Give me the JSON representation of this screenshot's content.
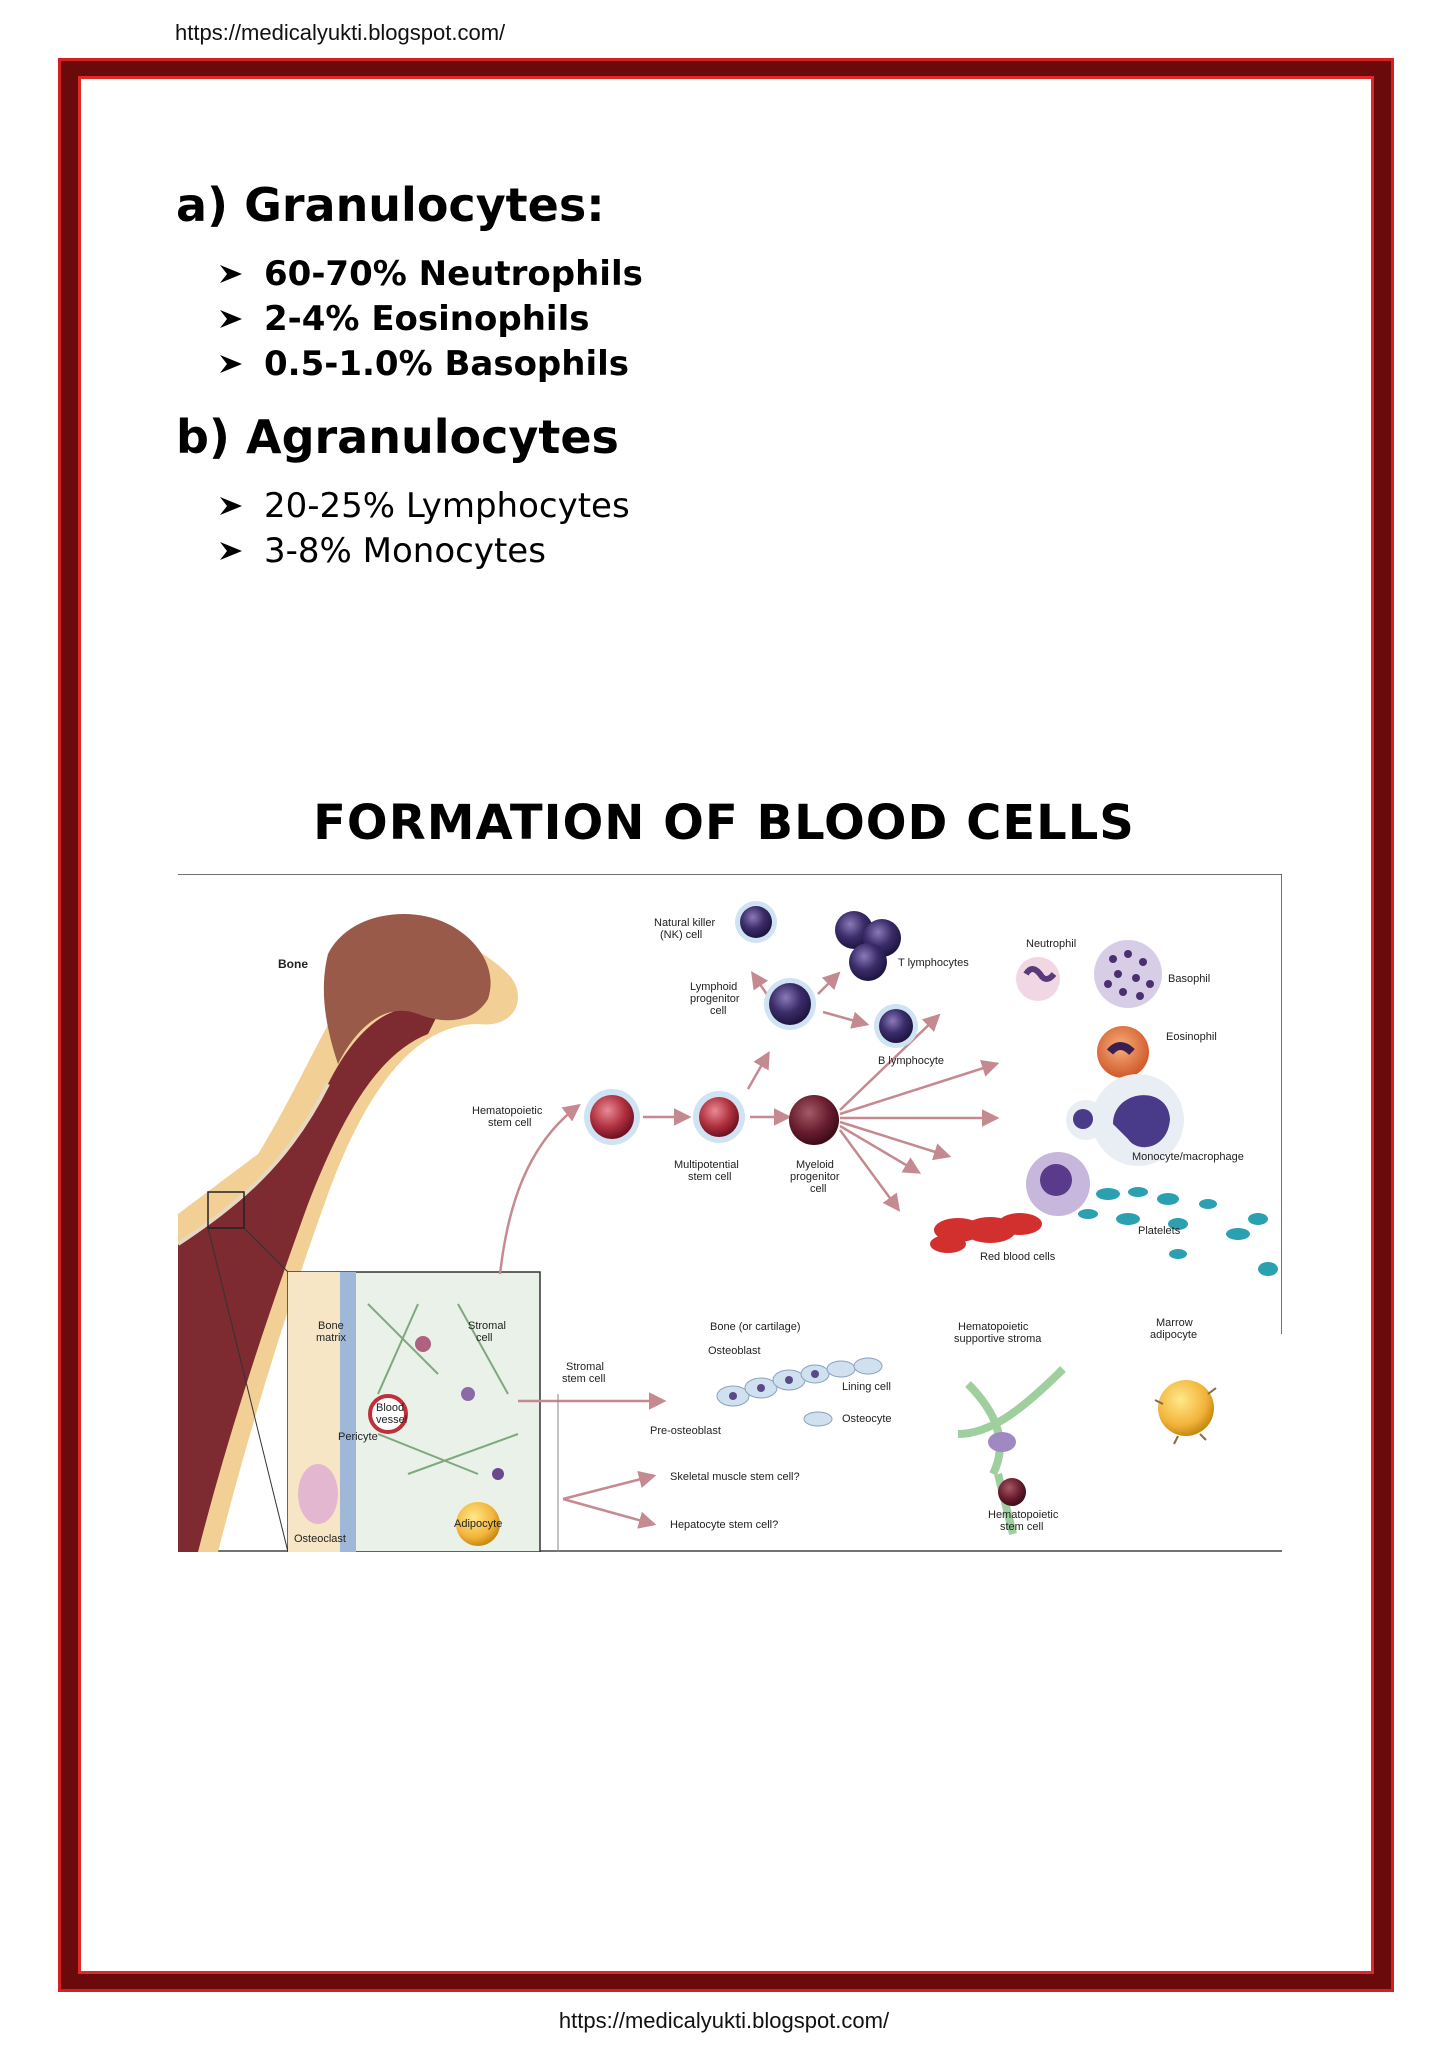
{
  "header_url": "https://medicalyukti.blogspot.com/",
  "footer_url": "https://medicalyukti.blogspot.com/",
  "granulocytes": {
    "heading": "a) Granulocytes:",
    "items": [
      "60-70% Neutrophils",
      "2-4% Eosinophils",
      "0.5-1.0% Basophils"
    ]
  },
  "agranulocytes": {
    "heading": "b) Agranulocytes",
    "items": [
      "20-25% Lymphocytes",
      "3-8% Monocytes"
    ]
  },
  "section_title": "FORMATION OF BLOOD CELLS",
  "figure_labels": {
    "bone": "Bone",
    "natural_killer_1": "Natural killer",
    "natural_killer_2": "(NK) cell",
    "t_lymphocytes": "T lymphocytes",
    "lymphoid_1": "Lymphoid",
    "lymphoid_2": "progenitor",
    "lymphoid_3": "cell",
    "b_lymphocyte": "B lymphocyte",
    "neutrophil": "Neutrophil",
    "basophil": "Basophil",
    "eosinophil": "Eosinophil",
    "hsc_1": "Hematopoietic",
    "hsc_2": "stem cell",
    "multipotential_1": "Multipotential",
    "multipotential_2": "stem cell",
    "myeloid_1": "Myeloid",
    "myeloid_2": "progenitor",
    "myeloid_3": "cell",
    "monocyte": "Monocyte/macrophage",
    "platelets": "Platelets",
    "rbc": "Red blood cells",
    "bone_matrix_1": "Bone",
    "bone_matrix_2": "matrix",
    "stromal_cell_1": "Stromal",
    "stromal_cell_2": "cell",
    "blood_vessel_1": "Blood",
    "blood_vessel_2": "vessel",
    "pericyte": "Pericyte",
    "osteoclast": "Osteoclast",
    "adipocyte": "Adipocyte",
    "stromal_stem_1": "Stromal",
    "stromal_stem_2": "stem cell",
    "bone_cartilage": "Bone (or cartilage)",
    "osteoblast": "Osteoblast",
    "lining_cell": "Lining cell",
    "osteocyte": "Osteocyte",
    "pre_osteoblast": "Pre-osteoblast",
    "skeletal": "Skeletal muscle stem cell?",
    "hepatocyte": "Hepatocyte stem cell?",
    "supportive_1": "Hematopoietic",
    "supportive_2": "supportive stroma",
    "marrow_1": "Marrow",
    "marrow_2": "adipocyte",
    "hsc_small_1": "Hematopoietic",
    "hsc_small_2": "stem cell"
  },
  "colors": {
    "frame_dark": "#6a0a0a",
    "frame_red": "#d42020"
  }
}
